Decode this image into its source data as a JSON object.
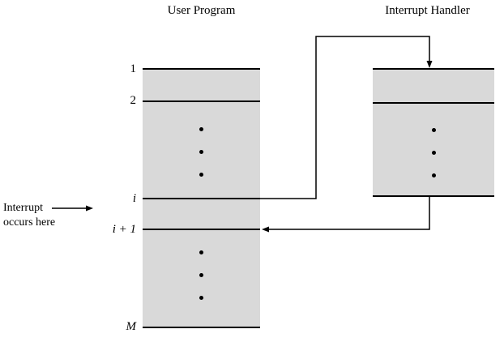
{
  "titles": {
    "user_program": "User Program",
    "interrupt_handler": "Interrupt Handler"
  },
  "user_program": {
    "row_labels": {
      "first": "1",
      "second": "2",
      "i": "i",
      "i_plus_1": "i + 1",
      "last": "M"
    }
  },
  "annotation": {
    "line1": "Interrupt",
    "line2": "occurs here"
  },
  "colors": {
    "segment_fill": "#d9d9d9",
    "line_color": "#000000",
    "background": "#ffffff",
    "text_color": "#000000"
  },
  "icons": {
    "vertical_ellipsis": "•",
    "arrowhead": "▶"
  }
}
